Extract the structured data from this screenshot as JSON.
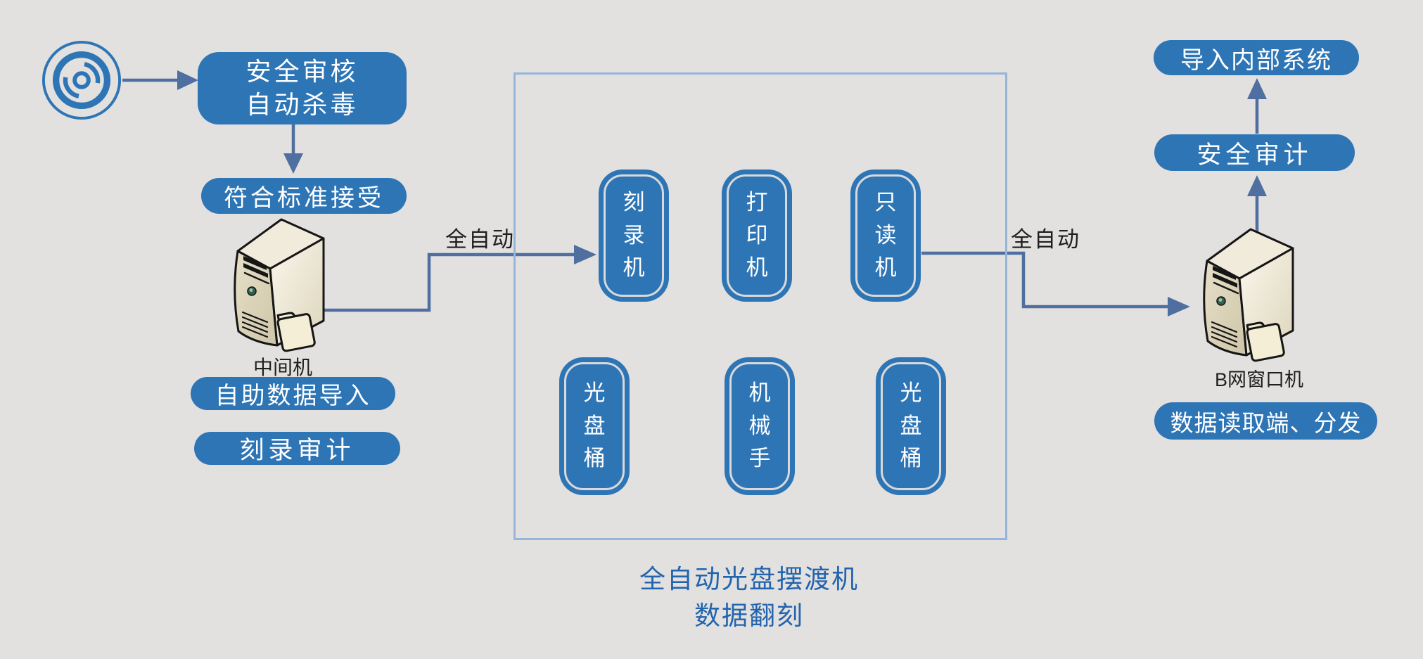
{
  "colors": {
    "accent_blue": "#2E75B6",
    "connector_blue": "#4E6F9F",
    "box_border_blue": "#95B5DA",
    "inner_outline": "#D9D9D9",
    "caption_blue": "#2264AD",
    "dark_text": "#1F1F1F",
    "background": "#E3E1DF",
    "tower_body_cream": "#DED5BC",
    "folder_cream": "#F4EED6"
  },
  "icons": {
    "source": "disc-icon",
    "middle_machine": "tower-computer-icon",
    "b_net_machine": "tower-computer-icon"
  },
  "left_flow": {
    "review_box": {
      "lines": [
        "安全审核",
        "自动杀毒"
      ]
    },
    "accept_pill": "符合标准接受",
    "middle_machine_label": "中间机",
    "import_pill": "自助数据导入",
    "burn_audit_pill": "刻录审计",
    "auto_label": "全自动"
  },
  "ferry_box": {
    "top_row": [
      "刻录机",
      "打印机",
      "只读机"
    ],
    "bottom_row": [
      "光盘桶",
      "机械手",
      "光盘桶"
    ],
    "caption_lines": [
      "全自动光盘摆渡机",
      "数据翻刻"
    ]
  },
  "right_flow": {
    "auto_label": "全自动",
    "b_net_machine_label": "B网窗口机",
    "distribute_pill": "数据读取端、分发",
    "security_audit_pill": "安全审计",
    "import_internal_pill": "导入内部系统"
  }
}
